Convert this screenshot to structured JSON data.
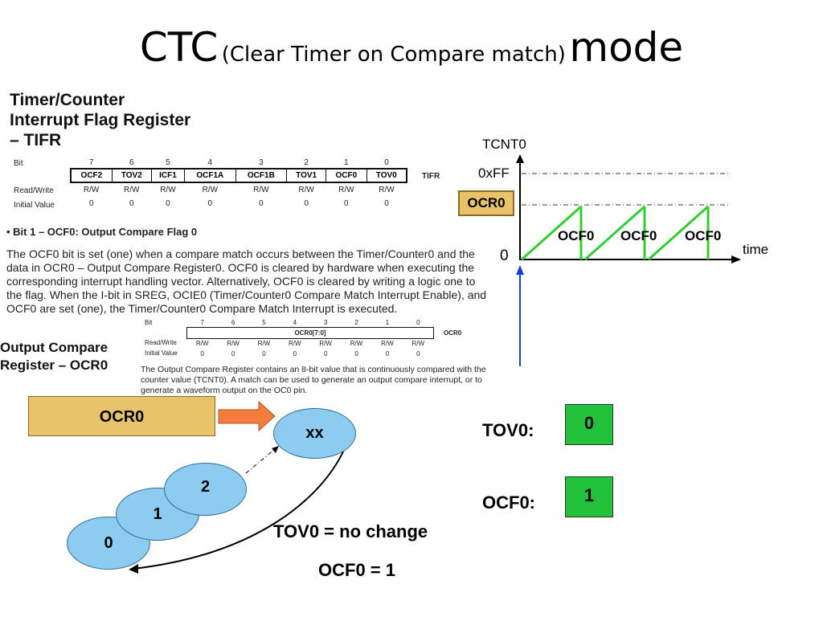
{
  "title": {
    "part1": "CTC",
    "part2": "(Clear Timer on Compare match)",
    "part3": "mode"
  },
  "tifr": {
    "heading": [
      "Timer/Counter",
      "Interrupt Flag Register",
      "– TIFR"
    ],
    "bit_label": "Bit",
    "bits": [
      "7",
      "6",
      "5",
      "4",
      "3",
      "2",
      "1",
      "0"
    ],
    "fields": [
      "OCF2",
      "TOV2",
      "ICF1",
      "OCF1A",
      "OCF1B",
      "TOV1",
      "OCF0",
      "TOV0"
    ],
    "reg_name": "TIFR",
    "rw_label": "Read/Write",
    "rw": [
      "R/W",
      "R/W",
      "R/W",
      "R/W",
      "R/W",
      "R/W",
      "R/W",
      "R/W"
    ],
    "init_label": "Initial Value",
    "init": [
      "0",
      "0",
      "0",
      "0",
      "0",
      "0",
      "0",
      "0"
    ],
    "bullet": "•  Bit 1 – OCF0: Output Compare Flag 0",
    "description": [
      "The OCF0 bit is set (one) when a compare match occurs between the Timer/Counter0 and the",
      "data in OCR0 – Output Compare Register0. OCF0 is cleared by hardware when executing the",
      "corresponding interrupt handling vector. Alternatively, OCF0 is cleared by writing a logic one to",
      "the flag. When the I-bit in SREG, OCIE0 (Timer/Counter0 Compare Match Interrupt Enable), and",
      "OCF0 are set (one), the Timer/Counter0 Compare Match Interrupt is executed."
    ]
  },
  "ocr0_reg": {
    "heading": [
      "Output Compare",
      "Register – OCR0"
    ],
    "bit_label": "Bit",
    "bits": [
      "7",
      "6",
      "5",
      "4",
      "3",
      "2",
      "1",
      "0"
    ],
    "field": "OCR0[7:0]",
    "reg_name": "OCR0",
    "rw_label": "Read/Write",
    "rw": [
      "R/W",
      "R/W",
      "R/W",
      "R/W",
      "R/W",
      "R/W",
      "R/W",
      "R/W"
    ],
    "init_label": "Initial Value",
    "init": [
      "0",
      "0",
      "0",
      "0",
      "0",
      "0",
      "0",
      "0"
    ],
    "description": [
      "The Output Compare Register contains an 8-bit value that is continuously compared with the",
      "counter value (TCNT0). A match can be used to generate an output compare interrupt, or to",
      "generate a waveform output on the OC0 pin."
    ]
  },
  "graph": {
    "y_axis_label": "TCNT0",
    "x_axis_label": "time",
    "max_label": "0xFF",
    "ocr_label": "OCR0",
    "zero_label": "0",
    "match_labels": [
      "OCF0",
      "OCF0",
      "OCF0"
    ],
    "wave_color": "#33cc33"
  },
  "counter": {
    "ocr_box": "OCR0",
    "compare_value": "xx",
    "states": [
      "0",
      "1",
      "2"
    ]
  },
  "flags": {
    "tov0_label": "TOV0:",
    "tov0_value": "0",
    "ocf0_label": "OCF0:",
    "ocf0_value": "1",
    "box_color": "#22c23a"
  },
  "notes": {
    "line1": "TOV0 = no change",
    "line2": "OCF0 = 1"
  }
}
